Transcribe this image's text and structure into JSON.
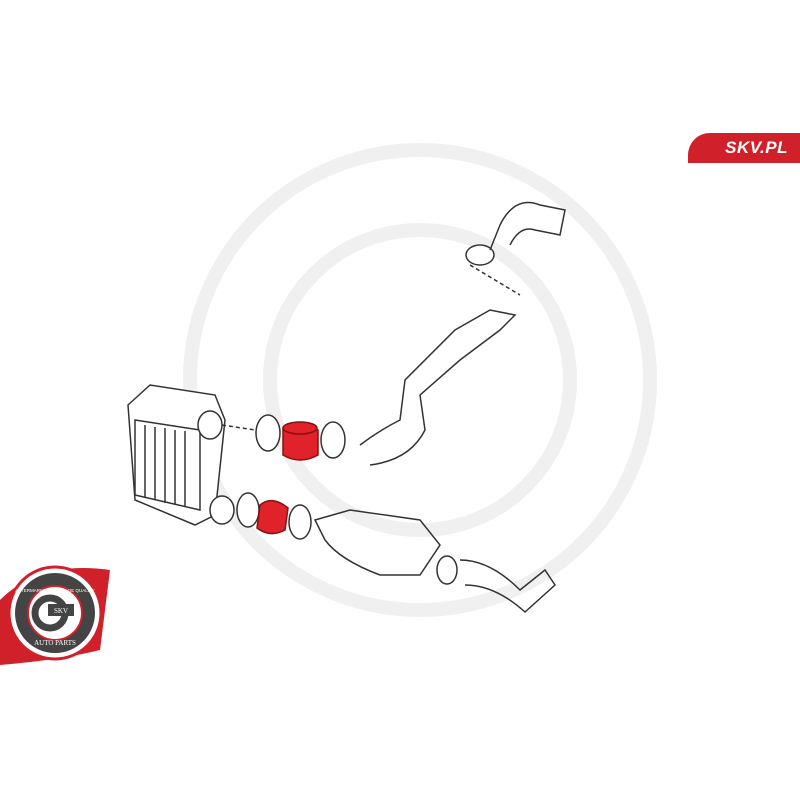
{
  "brand": {
    "site_label": "SKV.PL",
    "accent": "#d0202a"
  },
  "badge": {
    "top_text": "AFTERMARKET PRICE · OE QUALITY",
    "center_text": "SKV",
    "bottom_text": "AUTO PARTS"
  },
  "diagram": {
    "highlight_color": "#e0222a",
    "line_color": "#333333"
  }
}
